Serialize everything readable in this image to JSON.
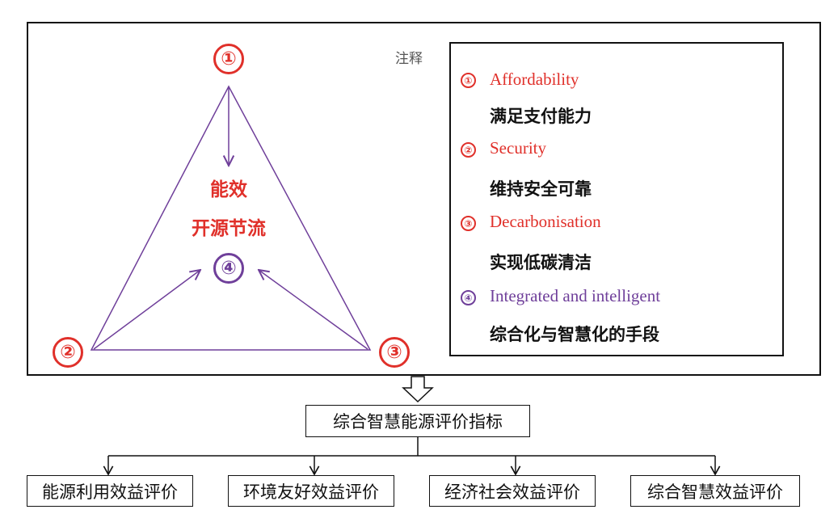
{
  "colors": {
    "red": "#e0302a",
    "purple": "#6f3f9a",
    "line": "#111111",
    "note": "#555555"
  },
  "triangle": {
    "vertices": [
      {
        "number": "①",
        "color": "#e0302a"
      },
      {
        "number": "②",
        "color": "#e0302a"
      },
      {
        "number": "③",
        "color": "#e0302a"
      }
    ],
    "center": {
      "number": "④",
      "line1": "能效",
      "line2": "开源节流"
    }
  },
  "legend": {
    "note": "注释",
    "items": [
      {
        "number": "①",
        "en": "Affordability",
        "zh": "满足支付能力",
        "color": "#e0302a"
      },
      {
        "number": "②",
        "en": "Security",
        "zh": "维持安全可靠",
        "color": "#e0302a"
      },
      {
        "number": "③",
        "en": "Decarbonisation",
        "zh": "实现低碳清洁",
        "color": "#e0302a"
      },
      {
        "number": "④",
        "en": "Integrated and intelligent",
        "zh": "综合化与智慧化的手段",
        "color": "#6f3f9a"
      }
    ]
  },
  "hierarchy": {
    "root": "综合智慧能源评价指标",
    "children": [
      "能源利用效益评价",
      "环境友好效益评价",
      "经济社会效益评价",
      "综合智慧效益评价"
    ]
  }
}
